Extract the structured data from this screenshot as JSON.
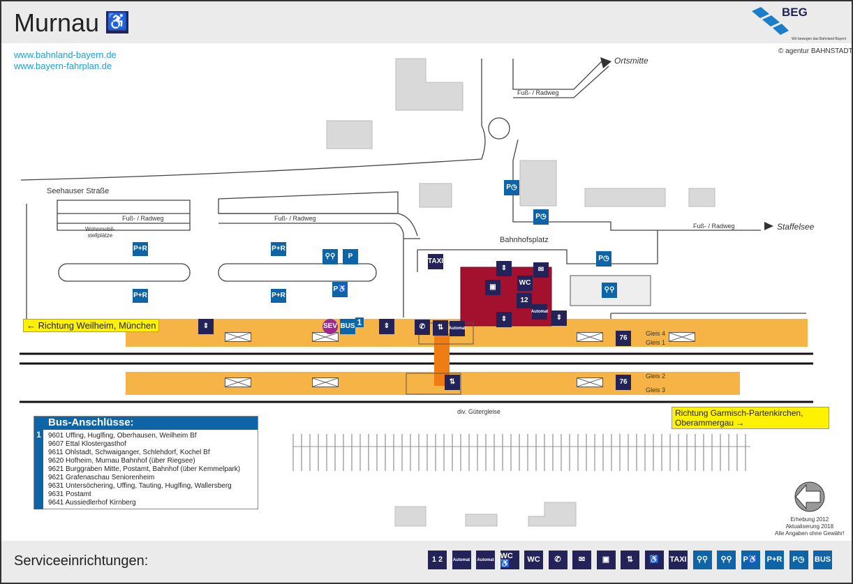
{
  "header": {
    "title": "Murnau",
    "logo_text": "BEG",
    "logo_tagline": "Wir bewegen das Bahnland Bayern",
    "copyright": "agentur BAHNSTADT"
  },
  "links": [
    "www.bahnland-bayern.de",
    "www.bayern-fahrplan.de"
  ],
  "map": {
    "ortsmitte": "Ortsmitte",
    "staffelsee": "Staffelsee",
    "fuss_radweg": "Fuß- / Radweg",
    "seehauser": "Seehauser Straße",
    "wohnmobil": "Wohnmobil-\nstellplätze",
    "bahnhofsplatz": "Bahnhofsplatz",
    "gueter": "div. Gütergleise",
    "gleis4": "Gleis 4",
    "gleis1": "Gleis 1",
    "gleis2": "Gleis 2",
    "gleis3": "Gleis 3",
    "track_count": "76",
    "dir_west": "Richtung Weilheim, München",
    "dir_south": "Richtung Garmisch-Partenkirchen, Oberammergau",
    "sev": "SEV",
    "bus": "BUS",
    "bus_bay": "1",
    "taxi": "TAXI",
    "pr": "P+R",
    "p": "P",
    "wc": "WC",
    "automat": "Automat"
  },
  "bus": {
    "title": "Bus-Anschlüsse:",
    "bay": "1",
    "lines": [
      "9601 Uffing, Huglfing, Oberhausen, Weilheim Bf",
      "9607 Ettal Klostergasthof",
      "9611 Ohlstadt, Schwaiganger, Schlehdorf, Kochel Bf",
      "9620 Hofheim, Murnau Bahnhof (über Riegsee)",
      "9621 Burggraben Mitte, Postamt, Bahnhof (über Kemmelpark)",
      "9621 Grafenaschau Seniorenheim",
      "9631 Untersöchering, Uffing, Tauting, Huglfing, Wallersberg",
      "9631 Postamt",
      "9641 Aussiedlerhof Kirnberg"
    ]
  },
  "notes": [
    "Erhebung 2012",
    "Aktualiserung 2018",
    "Alle Angaben ohne Gewähr!"
  ],
  "footer": {
    "title": "Serviceeinrichtungen:",
    "legend": [
      {
        "name": "ticket-machine",
        "label": "1 2"
      },
      {
        "name": "ticket-machine-long-distance",
        "label": "Automat"
      },
      {
        "name": "ticket-machine-regional",
        "label": "Automat"
      },
      {
        "name": "accessible-wc",
        "label": "WC♿"
      },
      {
        "name": "wc",
        "label": "WC"
      },
      {
        "name": "phone",
        "label": "✆"
      },
      {
        "name": "mail",
        "label": "✉"
      },
      {
        "name": "lockers",
        "label": "▣"
      },
      {
        "name": "elevator",
        "label": "⇅"
      },
      {
        "name": "wheelchair-lift",
        "label": "♿"
      },
      {
        "name": "taxi",
        "label": "TAXI"
      },
      {
        "name": "covered-bike-parking",
        "label": "⚲⚲"
      },
      {
        "name": "bike-parking",
        "label": "⚲⚲"
      },
      {
        "name": "accessible-parking",
        "label": "P♿"
      },
      {
        "name": "park-and-ride",
        "label": "P+R"
      },
      {
        "name": "short-term-parking",
        "label": "P◷"
      },
      {
        "name": "bus",
        "label": "BUS"
      }
    ]
  },
  "colors": {
    "platform": "#f6b446",
    "building": "#a3112e",
    "icon": "#23235a",
    "parking": "#0d65a8",
    "stairs": "#f07c14",
    "highlight": "#fff200"
  }
}
